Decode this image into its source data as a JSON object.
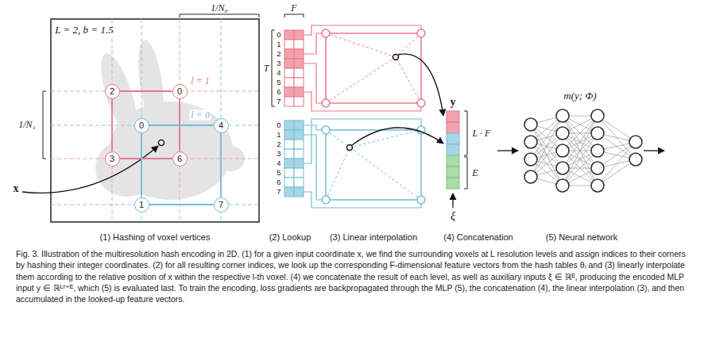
{
  "diagram": {
    "caption": "Fig. 3. Illustration of the multiresolution hash encoding in 2D. (1) for a given input coordinate x, we find the surrounding voxels at L resolution levels and assign indices to their corners by hashing their integer coordinates. (2) for all resulting corner indices, we look up the corresponding F-dimensional feature vectors from the hash tables θₗ and (3) linearly interpolate them according to the relative position of x within the respective l-th voxel. (4) we concatenate the result of each level, as well as auxiliary inputs ξ ∈ ℝᴱ, producing the encoded MLP input y ∈ ℝᴸᶠ⁺ᴱ, which (5) is evaluated last. To train the encoding, loss gradients are backpropagated through the MLP (5), the concatenation (4), the linear interpolation (3), and then accumulated in the looked-up feature vectors.",
    "nodes": [
      {
        "text": [
          "2"
        ]
      },
      {
        "text": [
          "0"
        ]
      },
      {
        "text": [
          "3"
        ]
      },
      {
        "text": [
          "6"
        ]
      },
      {
        "text": [
          "0"
        ]
      },
      {
        "text": [
          "4"
        ]
      },
      {
        "text": [
          "1"
        ]
      },
      {
        "text": [
          "7"
        ]
      }
    ],
    "edges": [
      {
        "from": 0,
        "to": 1,
        "arrow": "none"
      },
      {
        "from": 1,
        "to": 3,
        "arrow": "none"
      },
      {
        "from": 3,
        "to": 2,
        "arrow": "none"
      },
      {
        "from": 2,
        "to": 0,
        "arrow": "none"
      },
      {
        "from": 4,
        "to": 5,
        "arrow": "none"
      },
      {
        "from": 5,
        "to": 7,
        "arrow": "none"
      },
      {
        "from": 7,
        "to": 6,
        "arrow": "none"
      },
      {
        "from": 6,
        "to": 4,
        "arrow": "none"
      }
    ],
    "labels": [
      "L = 2,  b = 1.5",
      "1/N₀",
      "1/N₁",
      "l = 1",
      "l = 0",
      "x",
      "F",
      "T",
      "0",
      "1",
      "2",
      "3",
      "4",
      "5",
      "6",
      "7",
      "0",
      "1",
      "2",
      "3",
      "4",
      "5",
      "6",
      "7",
      "y",
      "L · F",
      "E",
      "ξ",
      "m(y; Φ)",
      "(1) Hashing of voxel vertices",
      "(2) Lookup",
      "(3) Linear interpolation",
      "(4) Concatenation",
      "(5) Neural network"
    ]
  }
}
